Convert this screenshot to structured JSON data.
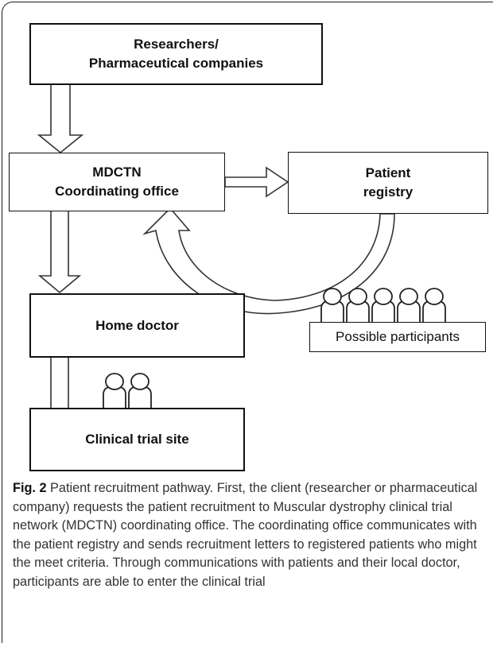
{
  "boxes": {
    "researchers": "Researchers/\nPharmaceutical companies",
    "mdctn": "MDCTN\nCoordinating office",
    "registry": "Patient\nregistry",
    "home_doctor": "Home doctor",
    "participants": "Possible participants",
    "trial_site": "Clinical trial site"
  },
  "caption": {
    "label": "Fig. 2",
    "text": " Patient recruitment pathway. First, the client (researcher or pharmaceutical company) requests the patient recruitment to Muscular dystrophy clinical trial network (MDCTN) coordinating office. The coordinating office communicates with the patient registry and sends recruitment letters to registered patients who might the meet criteria. Through communications with patients and their local doctor, participants are able to enter the clinical trial"
  },
  "icons": [
    "person-icon",
    "arrow-down-icon",
    "arrow-right-icon",
    "curved-arrow-icon"
  ]
}
